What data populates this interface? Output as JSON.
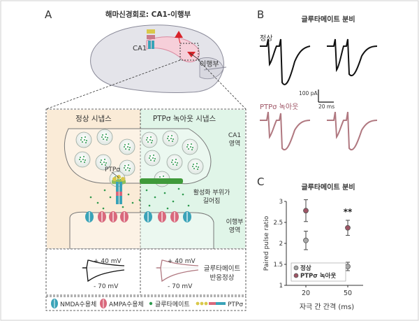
{
  "panels": {
    "a": "A",
    "b": "B",
    "c": "C"
  },
  "panel_a": {
    "title": "해마신경회로: CA1-이행부",
    "ca1": "CA1",
    "subiculum": "이행부",
    "normal_synapse": "정상 시냅스",
    "knockout_synapse": "PTPσ 녹아웃 시냅스",
    "ca1_region_1": "CA1",
    "ca1_region_2": "영역",
    "ptp_label": "PTPσ",
    "active_zone_1": "활성화 부위가",
    "active_zone_2": "길어짐",
    "sub_region_1": "이행부",
    "sub_region_2": "영역",
    "plus40_normal": "+ 40 mV",
    "minus70_normal": "- 70 mV",
    "plus40_ko": "+ 40 mV",
    "minus70_ko": "- 70 mV",
    "response_1": "글루타메이트",
    "response_2": "반응정상",
    "legend": {
      "nmda": "NMDA수용체",
      "ampa": "AMPA수용체",
      "glu": "글루타메이트",
      "ptp": "PTPσ"
    }
  },
  "panel_b": {
    "title": "글루타메이트 분비",
    "normal": "정상",
    "knockout": "PTPσ 녹아웃",
    "scale_y": "100 pA",
    "scale_x": "20 ms"
  },
  "chart_data": {
    "type": "scatter",
    "title": "글루타메이트 분비",
    "xlabel": "자극 간 간격 (ms)",
    "ylabel": "Paired pulse ratio",
    "x": [
      20,
      50
    ],
    "ylim": [
      1.0,
      3.0
    ],
    "yticks": [
      1,
      1.5,
      2,
      2.5,
      3
    ],
    "series": [
      {
        "name": "정상",
        "values": [
          2.07,
          1.45
        ],
        "errors": [
          0.22,
          0.1
        ],
        "color": "#a8a8a8"
      },
      {
        "name": "PTPσ 녹아웃",
        "values": [
          2.78,
          2.37
        ],
        "errors": [
          0.26,
          0.18
        ],
        "color": "#9e5565"
      }
    ],
    "annotations": [
      {
        "text": "**",
        "x": 50
      }
    ]
  },
  "colors": {
    "normal_trace": "#111111",
    "knockout_trace": "#b07880",
    "normal_bg": "#faebd7",
    "knockout_bg": "#e0f5e8",
    "vesicle": "#2e9a4e",
    "nmda": "#3aa3b8",
    "ampa": "#d9687c"
  }
}
